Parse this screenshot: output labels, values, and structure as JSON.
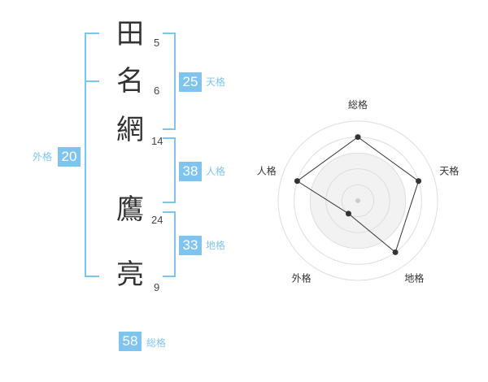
{
  "colors": {
    "accent": "#7fc4ee",
    "badge_bg": "#7fc4ee",
    "text": "#333333",
    "radar_grid": "#dddddd",
    "radar_fill": "#f2f2f2",
    "radar_line": "#333333"
  },
  "name": {
    "characters": [
      {
        "char": "田",
        "strokes": "5"
      },
      {
        "char": "名",
        "strokes": "6"
      },
      {
        "char": "網",
        "strokes": "14"
      },
      {
        "char": "鷹",
        "strokes": "24"
      },
      {
        "char": "亮",
        "strokes": "9"
      }
    ]
  },
  "fortune": {
    "tenkaku": {
      "value": "25",
      "label": "天格"
    },
    "jinkaku": {
      "value": "38",
      "label": "人格"
    },
    "chikaku": {
      "value": "33",
      "label": "地格"
    },
    "gaikaku": {
      "value": "20",
      "label": "外格"
    },
    "soukaku": {
      "value": "58",
      "label": "総格"
    }
  },
  "chart_data": {
    "type": "radar",
    "axes": [
      "総格",
      "天格",
      "地格",
      "外格",
      "人格"
    ],
    "rings": 5,
    "max": 5,
    "values": [
      4,
      4,
      4,
      1,
      4
    ]
  }
}
